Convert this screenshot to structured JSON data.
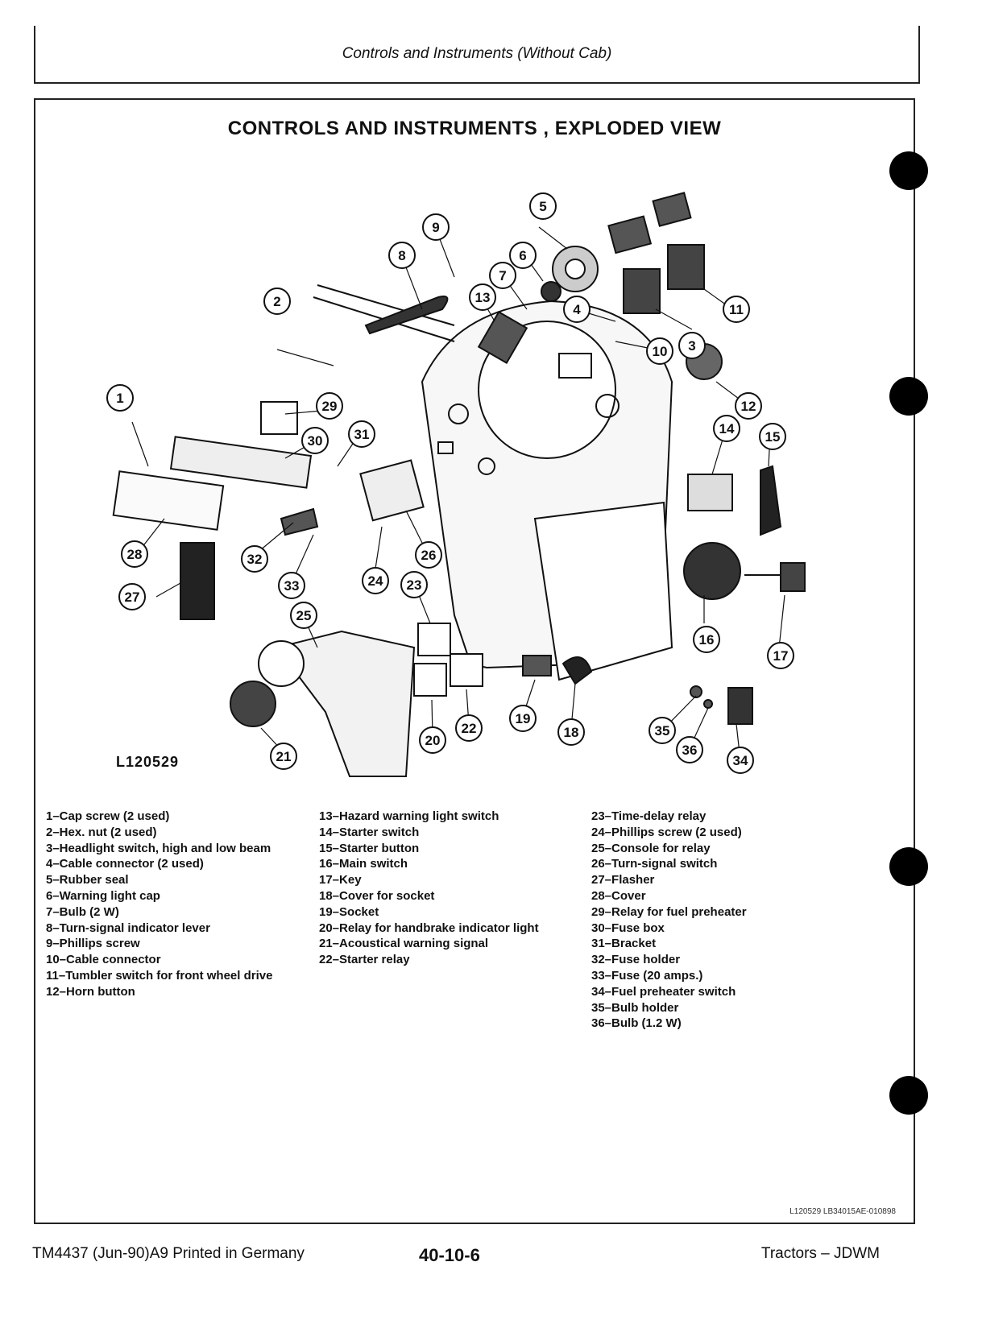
{
  "header": {
    "title": "Controls and Instruments (Without Cab)"
  },
  "panel": {
    "title": "CONTROLS AND INSTRUMENTS , EXPLODED VIEW"
  },
  "figure": {
    "id": "L120529",
    "callouts": [
      "1",
      "2",
      "3",
      "4",
      "5",
      "6",
      "7",
      "8",
      "9",
      "10",
      "11",
      "12",
      "13",
      "14",
      "15",
      "16",
      "17",
      "18",
      "19",
      "20",
      "21",
      "22",
      "23",
      "24",
      "25",
      "26",
      "27",
      "28",
      "29",
      "30",
      "31",
      "32",
      "33",
      "34",
      "35",
      "36"
    ]
  },
  "legend": {
    "col1": [
      "1–Cap screw (2 used)",
      "2–Hex. nut (2 used)",
      "3–Headlight switch, high and low beam",
      "4–Cable connector (2 used)",
      "5–Rubber seal",
      "6–Warning light cap",
      "7–Bulb (2 W)",
      "8–Turn-signal indicator lever",
      "9–Phillips screw",
      "10–Cable connector",
      "11–Tumbler switch for front wheel drive",
      "12–Horn button"
    ],
    "col2": [
      "13–Hazard warning light switch",
      "14–Starter switch",
      "15–Starter button",
      "16–Main switch",
      "17–Key",
      "18–Cover for socket",
      "19–Socket",
      "20–Relay for handbrake indicator light",
      "21–Acoustical warning signal",
      "22–Starter relay"
    ],
    "col3": [
      "23–Time-delay relay",
      "24–Phillips screw (2 used)",
      "25–Console for relay",
      "26–Turn-signal switch",
      "27–Flasher",
      "28–Cover",
      "29–Relay for fuel preheater",
      "30–Fuse box",
      "31–Bracket",
      "32–Fuse holder",
      "33–Fuse (20 amps.)",
      "34–Fuel preheater switch",
      "35–Bulb holder",
      "36–Bulb (1.2 W)"
    ]
  },
  "reference": "L120529 LB34015AE-010898",
  "footer": {
    "left": "TM4437 (Jun-90)A9 Printed in Germany",
    "center": "40-10-6",
    "right": "Tractors – JDWM"
  }
}
